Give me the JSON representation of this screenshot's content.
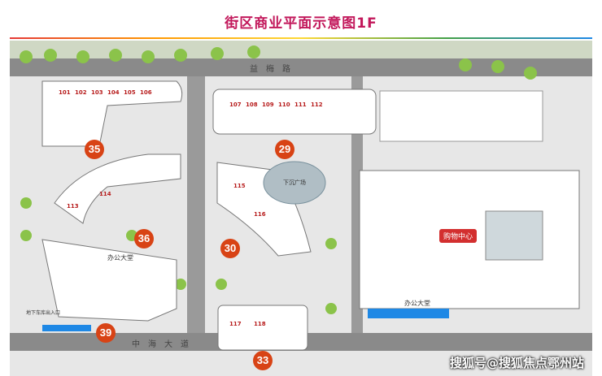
{
  "title": "街区商业平面示意图1F",
  "roads": {
    "north": "益梅路",
    "south": "中海大道"
  },
  "labels": {
    "mall": "购物中心",
    "office": "办公大堂",
    "basement_entrance": "地下车库出入口",
    "plaza": "下沉广场"
  },
  "blocks": [
    {
      "number": "35",
      "color": "#d84315"
    },
    {
      "number": "29",
      "color": "#d84315"
    },
    {
      "number": "36",
      "color": "#d84315"
    },
    {
      "number": "30",
      "color": "#d84315"
    },
    {
      "number": "39",
      "color": "#d84315"
    },
    {
      "number": "33",
      "color": "#d84315"
    }
  ],
  "shop_samples": [
    "101",
    "102",
    "103",
    "104",
    "105",
    "106",
    "107",
    "108",
    "109",
    "110",
    "111",
    "112",
    "113",
    "114",
    "115",
    "116",
    "117",
    "118"
  ],
  "watermark": "搜狐号@搜狐焦点鄂州站"
}
